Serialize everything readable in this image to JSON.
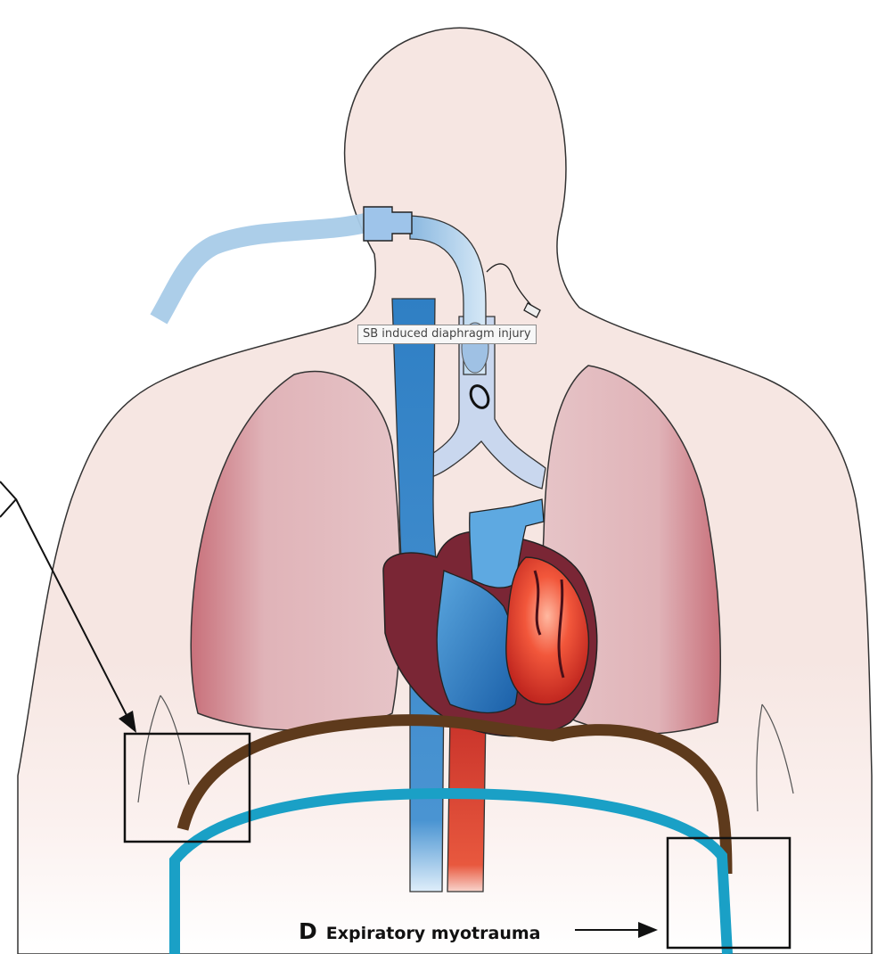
{
  "tooltip": {
    "text": "SB induced diaphragm injury"
  },
  "panel": {
    "letter": "D",
    "title": "Expiratory myotrauma"
  }
}
